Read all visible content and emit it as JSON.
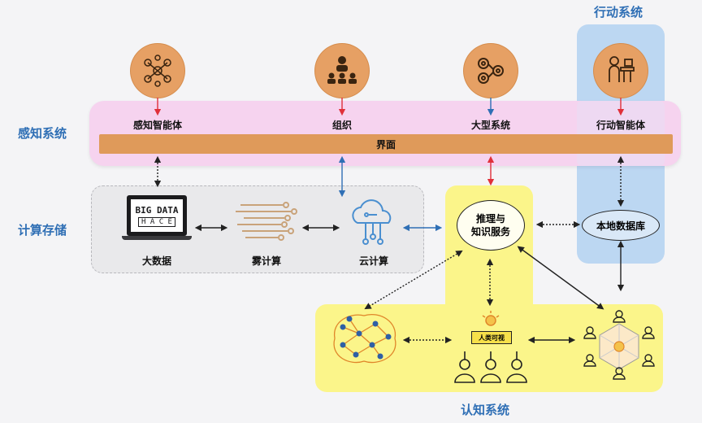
{
  "systems": {
    "perception": "感知系统",
    "compute_storage": "计算存储",
    "action": "行动系统",
    "cognition": "认知系统"
  },
  "perception_nodes": [
    "感知智能体",
    "组织",
    "大型系统",
    "行动智能体"
  ],
  "interface_bar": "界面",
  "compute_nodes": {
    "big_data": "大数据",
    "fog": "雾计算",
    "cloud": "云计算"
  },
  "big_data_logo": {
    "line1": "BIG DATA",
    "line2": "H A C E"
  },
  "reasoning": "推理与\n知识服务",
  "local_db": "本地数据库",
  "human_machine": "人类可视",
  "colors": {
    "accent_blue": "#2f6fb5",
    "pink_band": "#f6d3ef",
    "interface_orange": "#df9a5a",
    "yellow": "#fbf58a",
    "light_blue": "#bcd7f2",
    "gray_box": "#e9e9eb"
  }
}
